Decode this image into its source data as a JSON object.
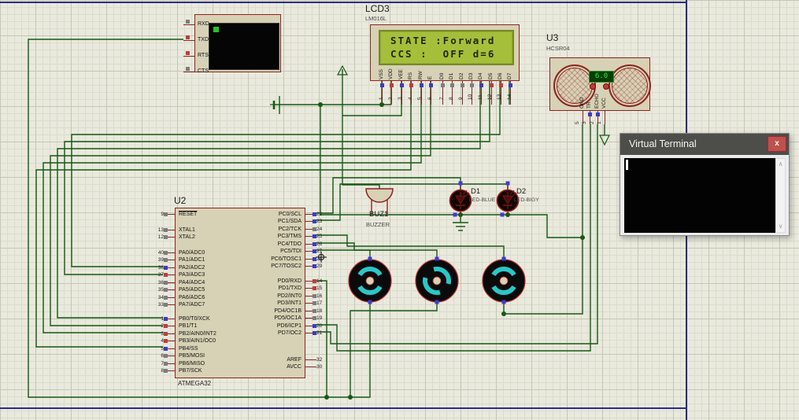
{
  "workspace": {
    "wire_color": "#155915",
    "sheet_border_color": "#2b2b85",
    "component_fill": "#d7d1b5",
    "component_border": "#8f2420",
    "accent_blue_handle": "#3d3dcf"
  },
  "uart_component": {
    "pins": [
      {
        "label": "RXD",
        "square": "gray"
      },
      {
        "label": "TXD",
        "square": "red"
      },
      {
        "label": "RTS",
        "square": "red"
      },
      {
        "label": "CTS",
        "square": "gray"
      }
    ]
  },
  "lcd": {
    "ref": "LCD3",
    "part": "LM016L",
    "screen_line1": "STATE :Forward",
    "screen_line2": "CCS :  OFF d=6",
    "pin_labels": [
      "VSS",
      "VDD",
      "VEE",
      "RS",
      "RW",
      "E",
      "D0",
      "D1",
      "D2",
      "D3",
      "D4",
      "D5",
      "D6",
      "D7"
    ],
    "pin_numbers": [
      "1",
      "2",
      "3",
      "4",
      "5",
      "6",
      "7",
      "8",
      "9",
      "10",
      "11",
      "12",
      "13",
      "14"
    ],
    "pin_squares": [
      "blue",
      "red",
      "blue",
      "red",
      "blue",
      "blue",
      "gray",
      "gray",
      "gray",
      "gray",
      "blue",
      "red",
      "red",
      "blue"
    ]
  },
  "sensor": {
    "ref": "U3",
    "part": "HCSR04",
    "display_value": "6.0",
    "pin_labels": [
      "GND",
      "TR",
      "ECHO",
      "VCC"
    ],
    "pin_numbers": [
      "5",
      "3",
      "2",
      "1"
    ]
  },
  "mcu": {
    "ref": "U2",
    "part": "ATMEGA32",
    "left_groups": [
      [
        {
          "num": "9",
          "label": "RESET",
          "sq": "gray",
          "ol": true
        }
      ],
      [
        {
          "num": "13",
          "label": "XTAL1",
          "sq": "gray"
        },
        {
          "num": "12",
          "label": "XTAL2",
          "sq": "gray"
        }
      ],
      [
        {
          "num": "40",
          "label": "PA0/ADC0",
          "sq": "gray"
        },
        {
          "num": "39",
          "label": "PA1/ADC1",
          "sq": "gray"
        },
        {
          "num": "38",
          "label": "PA2/ADC2",
          "sq": "blue"
        },
        {
          "num": "37",
          "label": "PA3/ADC3",
          "sq": "red"
        },
        {
          "num": "36",
          "label": "PA4/ADC4",
          "sq": "gray"
        },
        {
          "num": "35",
          "label": "PA5/ADC5",
          "sq": "gray"
        },
        {
          "num": "34",
          "label": "PA6/ADC6",
          "sq": "gray"
        },
        {
          "num": "33",
          "label": "PA7/ADC7",
          "sq": "gray"
        }
      ],
      [
        {
          "num": "1",
          "label": "PB0/T0/XCK",
          "sq": "blue"
        },
        {
          "num": "2",
          "label": "PB1/T1",
          "sq": "red"
        },
        {
          "num": "3",
          "label": "PB2/AIN0/INT2",
          "sq": "red"
        },
        {
          "num": "4",
          "label": "PB3/AIN1/OC0",
          "sq": "red"
        },
        {
          "num": "5",
          "label": "PB4/SS",
          "sq": "blue"
        },
        {
          "num": "6",
          "label": "PB5/MOSI",
          "sq": "gray"
        },
        {
          "num": "7",
          "label": "PB6/MISO",
          "sq": "gray"
        },
        {
          "num": "8",
          "label": "PB7/SCK",
          "sq": "gray"
        }
      ]
    ],
    "right_groups": [
      [
        {
          "num": "22",
          "label": "PC0/SCL",
          "sq": "blue"
        },
        {
          "num": "23",
          "label": "PC1/SDA",
          "sq": "blue"
        },
        {
          "num": "24",
          "label": "PC2/TCK",
          "sq": "gray"
        },
        {
          "num": "25",
          "label": "PC3/TMS",
          "sq": "blue"
        },
        {
          "num": "26",
          "label": "PC4/TDO",
          "sq": "blue"
        },
        {
          "num": "27",
          "label": "PC5/TDI",
          "sq": "blue"
        },
        {
          "num": "28",
          "label": "PC6/TOSC1",
          "sq": "blue"
        },
        {
          "num": "29",
          "label": "PC7/TOSC2",
          "sq": "blue"
        }
      ],
      [
        {
          "num": "14",
          "label": "PD0/RXD",
          "sq": "red"
        },
        {
          "num": "15",
          "label": "PD1/TXD",
          "sq": "red"
        },
        {
          "num": "16",
          "label": "PD2/INT0",
          "sq": "gray"
        },
        {
          "num": "17",
          "label": "PD3/INT1",
          "sq": "gray"
        },
        {
          "num": "18",
          "label": "PD4/OC1B",
          "sq": "gray"
        },
        {
          "num": "19",
          "label": "PD5/OC1A",
          "sq": "gray"
        },
        {
          "num": "20",
          "label": "PD6/ICP1",
          "sq": "blue"
        },
        {
          "num": "21",
          "label": "PD7/OC2",
          "sq": "blue"
        }
      ],
      [
        {
          "num": "32",
          "label": "AREF",
          "sq": "none"
        },
        {
          "num": "30",
          "label": "AVCC",
          "sq": "none"
        }
      ]
    ]
  },
  "buzzer": {
    "ref": "BUZ1",
    "part": "BUZZER"
  },
  "led1": {
    "ref": "D1",
    "part": "LED-BLUE"
  },
  "led2": {
    "ref": "D2",
    "part": "LED-BIGY"
  },
  "vt_window": {
    "title": "Virtual Terminal",
    "close_label": "x",
    "scroll_up": "∧",
    "scroll_down": "∨"
  }
}
